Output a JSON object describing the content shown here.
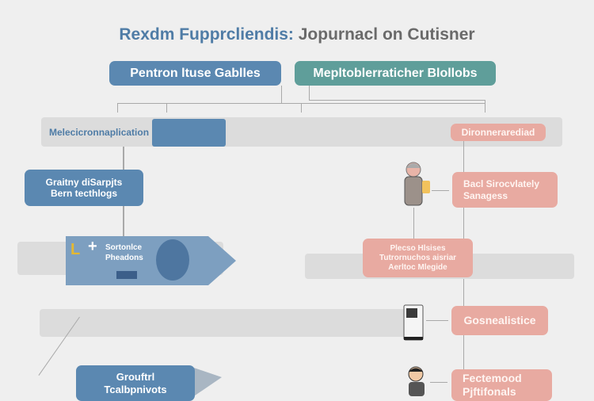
{
  "title": {
    "part1": "Rexdm Fupprcliendis:",
    "part2": "Jopurnacl on Cutisner"
  },
  "top_boxes": [
    "Pentron ltuse Gablles",
    "Mepltoblerraticher Blollobs"
  ],
  "band1": {
    "label": "Melecicronnaplication",
    "badge": "Dironnerarediad"
  },
  "left": {
    "box1": [
      "Graitny diSarpjts",
      "Bern tecthlogs"
    ],
    "panel": [
      "Sortonlce",
      "Pheadons"
    ],
    "box2": [
      "Grouftrl",
      "Tcalbpnivots"
    ]
  },
  "right": {
    "box1": [
      "Bacl Sirocvlately",
      "Sanagess"
    ],
    "box2": [
      "Plecso Hlsises",
      "Tutrornuchos aisriar",
      "Aerltoc Mlegide"
    ],
    "box3": "Gosnealistice",
    "box4": [
      "Fectemood",
      "Pjftifonals"
    ]
  },
  "colors": {
    "blue": "#5b88b1",
    "teal": "#5f9e9a",
    "salmon": "#e8aaa1"
  }
}
